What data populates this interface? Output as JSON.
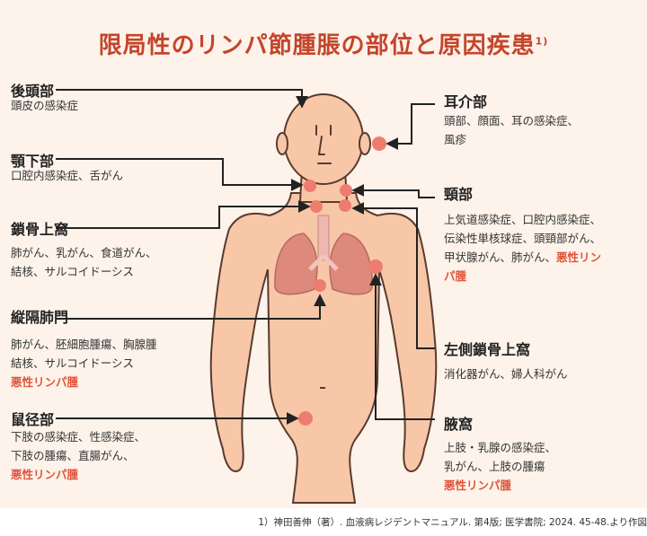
{
  "title": "限局性のリンパ節腫脹の部位と原因疾患",
  "title_ref": "1)",
  "colors": {
    "accent": "#c4452b",
    "malignant": "#e0533a",
    "node": "#ee7d6f",
    "skin": "#f7c7a8",
    "lung": "#dd8a7c"
  },
  "left": {
    "occipital": {
      "heading": "後頭部",
      "lines": [
        "頭皮の感染症"
      ]
    },
    "submandibular": {
      "heading": "顎下部",
      "lines": [
        "口腔内感染症、舌がん"
      ]
    },
    "supraclavicular": {
      "heading": "鎖骨上窩",
      "lines": [
        "肺がん、乳がん、食道がん、",
        "結核、サルコイドーシス"
      ]
    },
    "mediastinal": {
      "heading": "縦隔肺門",
      "lines": [
        "肺がん、胚細胞腫瘍、胸腺腫",
        "結核、サルコイドーシス"
      ],
      "malignant": "悪性リンパ腫"
    },
    "inguinal": {
      "heading": "鼠径部",
      "lines": [
        "下肢の感染症、性感染症、",
        "下肢の腫瘍、直腸がん、"
      ],
      "malignant": "悪性リンパ腫"
    }
  },
  "right": {
    "auricular": {
      "heading": "耳介部",
      "lines": [
        "頭部、顔面、耳の感染症、",
        "風疹"
      ]
    },
    "cervical": {
      "heading": "頸部",
      "lines": [
        "上気道感染症、口腔内感染症、",
        "伝染性単核球症、頭頸部がん、"
      ],
      "line3": "甲状腺がん、肺がん、",
      "malignant_a": "悪性リン",
      "malignant_b": "パ腫"
    },
    "left_supraclavicular": {
      "heading": "左側鎖骨上窩",
      "lines": [
        "消化器がん、婦人科がん"
      ]
    },
    "axillary": {
      "heading": "腋窩",
      "lines": [
        "上肢・乳腺の感染症、",
        "乳がん、上肢の腫瘍"
      ],
      "malignant": "悪性リンパ腫"
    }
  },
  "footer": "1）神田善伸（著）. 血液病レジデントマニュアル. 第4版; 医学書院; 2024. 45-48.より作図"
}
